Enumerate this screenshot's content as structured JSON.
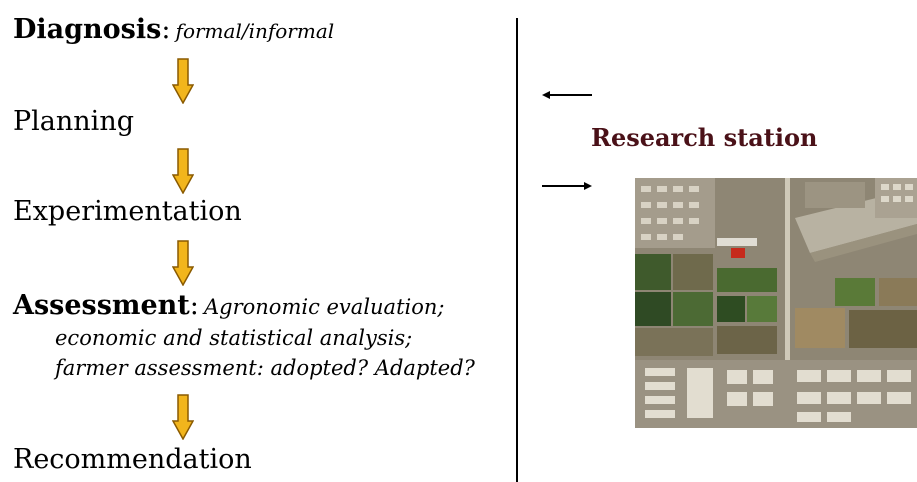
{
  "steps": {
    "diagnosis": {
      "title": "Diagnosis",
      "sep": ":",
      "note": "formal/informal"
    },
    "planning": {
      "title": "Planning"
    },
    "experimentation": {
      "title": "Experimentation"
    },
    "assessment": {
      "title": "Assessment",
      "sep": ":",
      "line1": "Agronomic evaluation;",
      "line2": "economic and statistical analysis;",
      "line3": "farmer assessment: adopted? Adapted?"
    },
    "recommendation": {
      "title": "Recommendation"
    }
  },
  "research_station": {
    "label": "Research station"
  },
  "colors": {
    "arrow_fill": "#f2b51c",
    "arrow_stroke": "#8a5a00",
    "label": "#4a1118"
  },
  "icons": [
    "down-arrow-icon",
    "left-arrow-icon",
    "right-arrow-icon"
  ]
}
